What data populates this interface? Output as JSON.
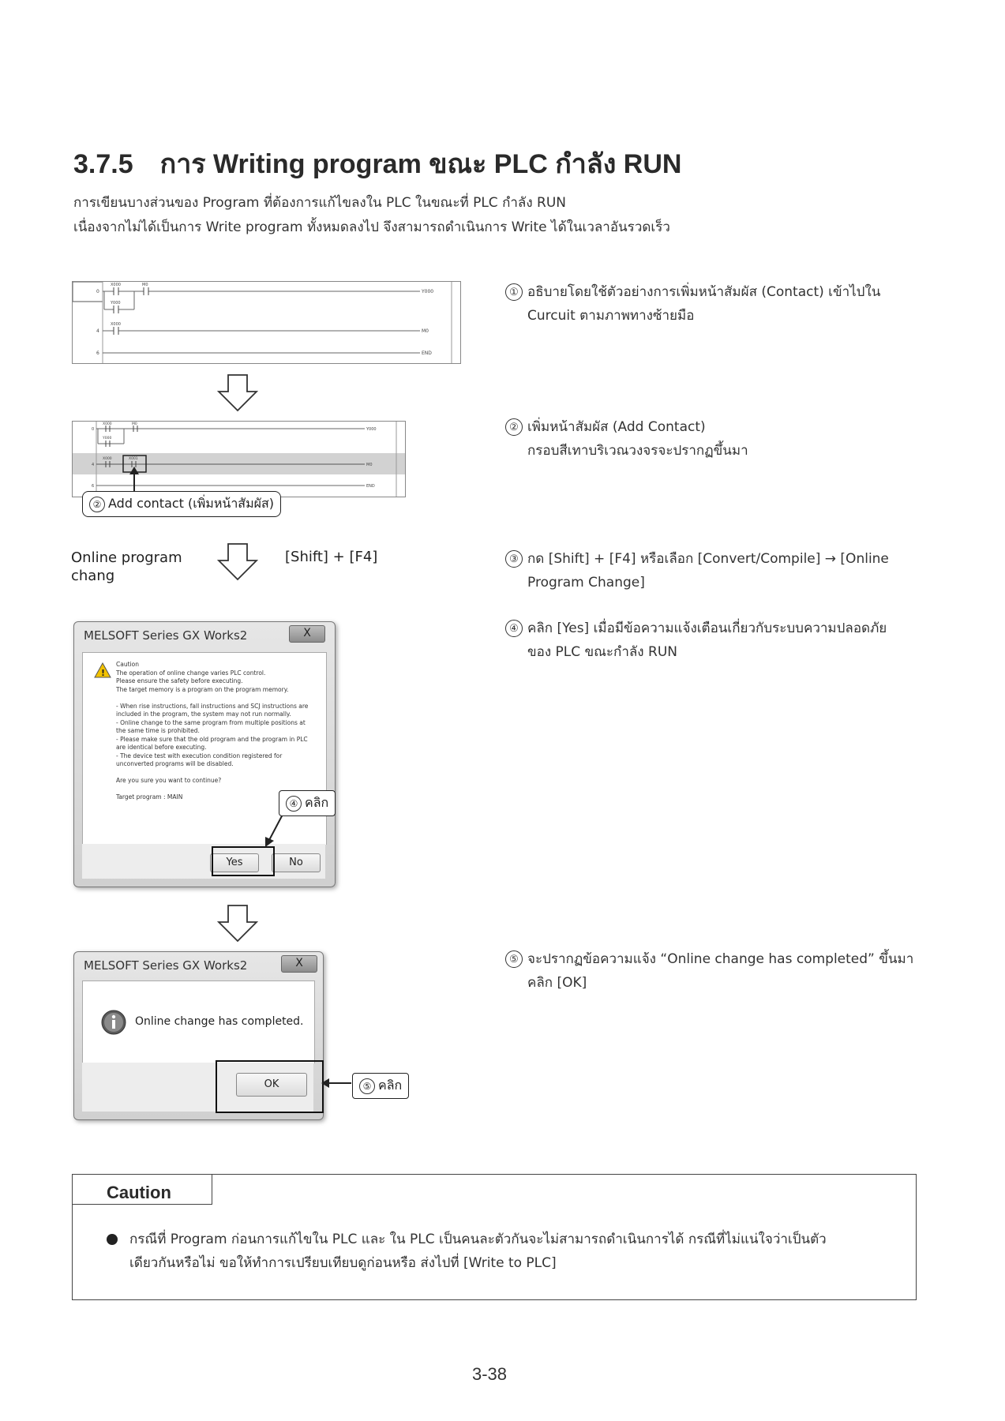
{
  "header": {
    "section_number": "3.7.5",
    "title": "การ Writing program ขณะ PLC กำลัง RUN"
  },
  "intro": {
    "line1": "การเขียนบางส่วนของ Program ที่ต้องการแก้ไขลงใน PLC ในขณะที่ PLC กำลัง RUN",
    "line2": "เนื่องจากไม่ได้เป็นการ Write program ทั้งหมดลงไป จึงสามารถดำเนินการ Write ได้ในเวลาอันรวดเร็ว"
  },
  "ladder1": {
    "rows": [
      {
        "step": "0",
        "contacts": [
          "X000",
          "M0"
        ],
        "branch": "Y000",
        "coil": "Y000"
      },
      {
        "step": "4",
        "contacts": [
          "X000"
        ],
        "coil": "M0"
      },
      {
        "step": "6",
        "coil": "END"
      }
    ]
  },
  "ladder2": {
    "rows": [
      {
        "step": "0",
        "contacts": [
          "X000",
          "M0"
        ],
        "branch": "Y000",
        "coil": "Y000"
      },
      {
        "step": "4",
        "contacts": [
          "X000",
          "X001"
        ],
        "coil": "M0"
      },
      {
        "step": "6",
        "coil": "END"
      }
    ]
  },
  "callouts": {
    "add_contact_num": "②",
    "add_contact": "Add contact (เพิ่มหน้าสัมผัส)",
    "click4_num": "④",
    "click4": "คลิก",
    "click5_num": "⑤",
    "click5": "คลิก"
  },
  "online_change": {
    "label_line1": "Online program",
    "label_line2": "chang",
    "shortcut": "[Shift] + [F4]"
  },
  "steps": [
    {
      "num": "①",
      "line1": "อธิบายโดยใช้ตัวอย่างการเพิ่มหน้าสัมผัส (Contact) เข้าไปใน",
      "line2": "Curcuit ตามภาพทางซ้ายมือ"
    },
    {
      "num": "②",
      "line1": "เพิ่มหน้าสัมผัส (Add Contact)",
      "line2": "กรอบสีเทาบริเวณวงจรจะปรากฏขึ้นมา"
    },
    {
      "num": "③",
      "line1": "กด [Shift] + [F4] หรือเลือก [Convert/Compile] → [Online",
      "line2": "Program Change]"
    },
    {
      "num": "④",
      "line1": "คลิก [Yes] เมื่อมีข้อความแจ้งเตือนเกี่ยวกับระบบความปลอดภัย",
      "line2": "ของ PLC ขณะกำลัง RUN"
    },
    {
      "num": "⑤",
      "line1": "จะปรากฏข้อความแจ้ง “Online change has completed” ขึ้นมา",
      "line2": "คลิก [OK]"
    }
  ],
  "dialog1": {
    "title": "MELSOFT Series GX Works2",
    "close": "X",
    "text": "Caution\nThe operation of online change varies PLC control.\nPlease ensure the safety before executing.\nThe target memory is a program on the program memory.\n\n- When rise instructions, fall instructions and SCJ instructions are\nincluded in the program, the system may not run normally.\n- Online change to the same program from multiple positions at\nthe same time is prohibited.\n- Please make sure that the old program and the program in PLC\nare identical before executing.\n- The device test with execution condition registered for\nunconverted programs will be disabled.\n\nAre you sure you want to continue?\n\nTarget program : MAIN",
    "yes": "Yes",
    "no": "No"
  },
  "dialog2": {
    "title": "MELSOFT Series GX Works2",
    "close": "X",
    "message": "Online change has completed.",
    "ok": "OK"
  },
  "caution": {
    "heading": "Caution",
    "bullet_line1": "กรณีที่ Program ก่อนการแก้ไขใน PLC และ ใน PLC เป็นคนละตัวกันจะไม่สามารถดำเนินการได้ กรณีที่ไม่แน่ใจว่าเป็นตัว",
    "bullet_line2": "เดียวกันหรือไม่ ขอให้ทำการเปรียบเทียบดูก่อนหรือ ส่งไปที่ [Write to PLC]"
  },
  "page_number": "3-38"
}
